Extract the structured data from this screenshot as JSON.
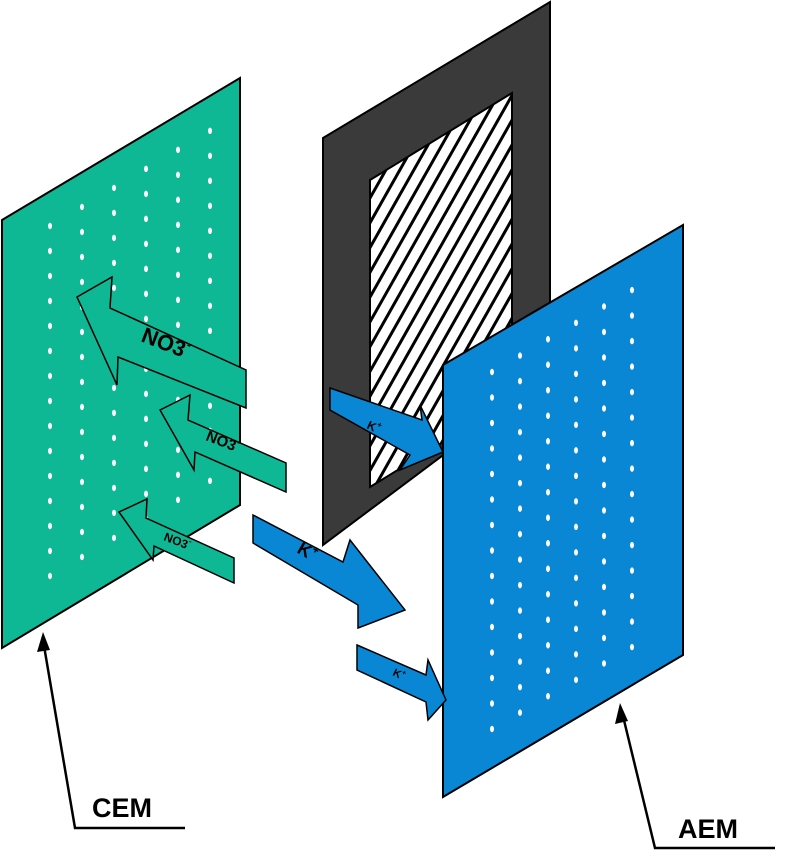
{
  "labels": {
    "cem": "CEM",
    "aem": "AEM"
  },
  "arrows": {
    "no3_large": "NO3",
    "no3_medium": "NO3",
    "no3_small": "NO3",
    "k_center": "K",
    "k_upper": "K",
    "k_lower": "K",
    "charge_minus": "-",
    "charge_plus": "+"
  },
  "colors": {
    "cem": "#0fb894",
    "aem": "#0a87d4",
    "spacer_frame": "#3a3a3a",
    "outline": "#000000",
    "pore": "#ffffff"
  }
}
